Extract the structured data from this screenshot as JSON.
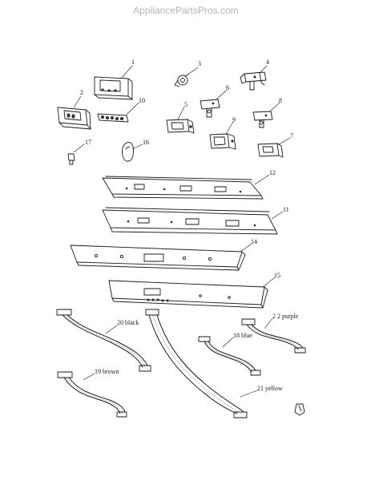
{
  "watermark": "AppliancePartsPros.com",
  "callouts": {
    "c1": "1",
    "c2": "2",
    "c3": "3",
    "c4": "4",
    "c5": "5",
    "c6": "6",
    "c7": "7",
    "c8": "8",
    "c9": "9",
    "c10": "10",
    "c11": "11",
    "c12": "12",
    "c14": "14",
    "c15": "15",
    "c16": "16",
    "c17": "17",
    "c18": "18 blue",
    "c19": "19 brown",
    "c20": "20 black",
    "c21": "21 yellow",
    "c22": "2 2  purple"
  }
}
